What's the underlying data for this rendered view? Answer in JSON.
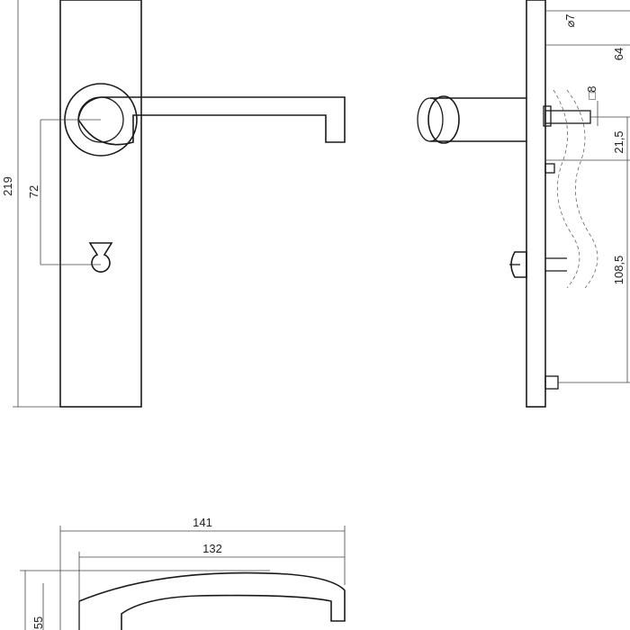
{
  "drawing": {
    "dimensions": {
      "total_height": "219",
      "handle_to_keyhole": "72",
      "spindle_diameter": "7",
      "rose_offset": "64",
      "square_spindle": "8",
      "spindle_gap": "21,5",
      "screw_spacing": "108,5",
      "handle_length_total": "141",
      "handle_length_grip": "132",
      "handle_height_side": "55"
    },
    "symbols": {
      "diameter": "⌀",
      "square": "□"
    }
  }
}
